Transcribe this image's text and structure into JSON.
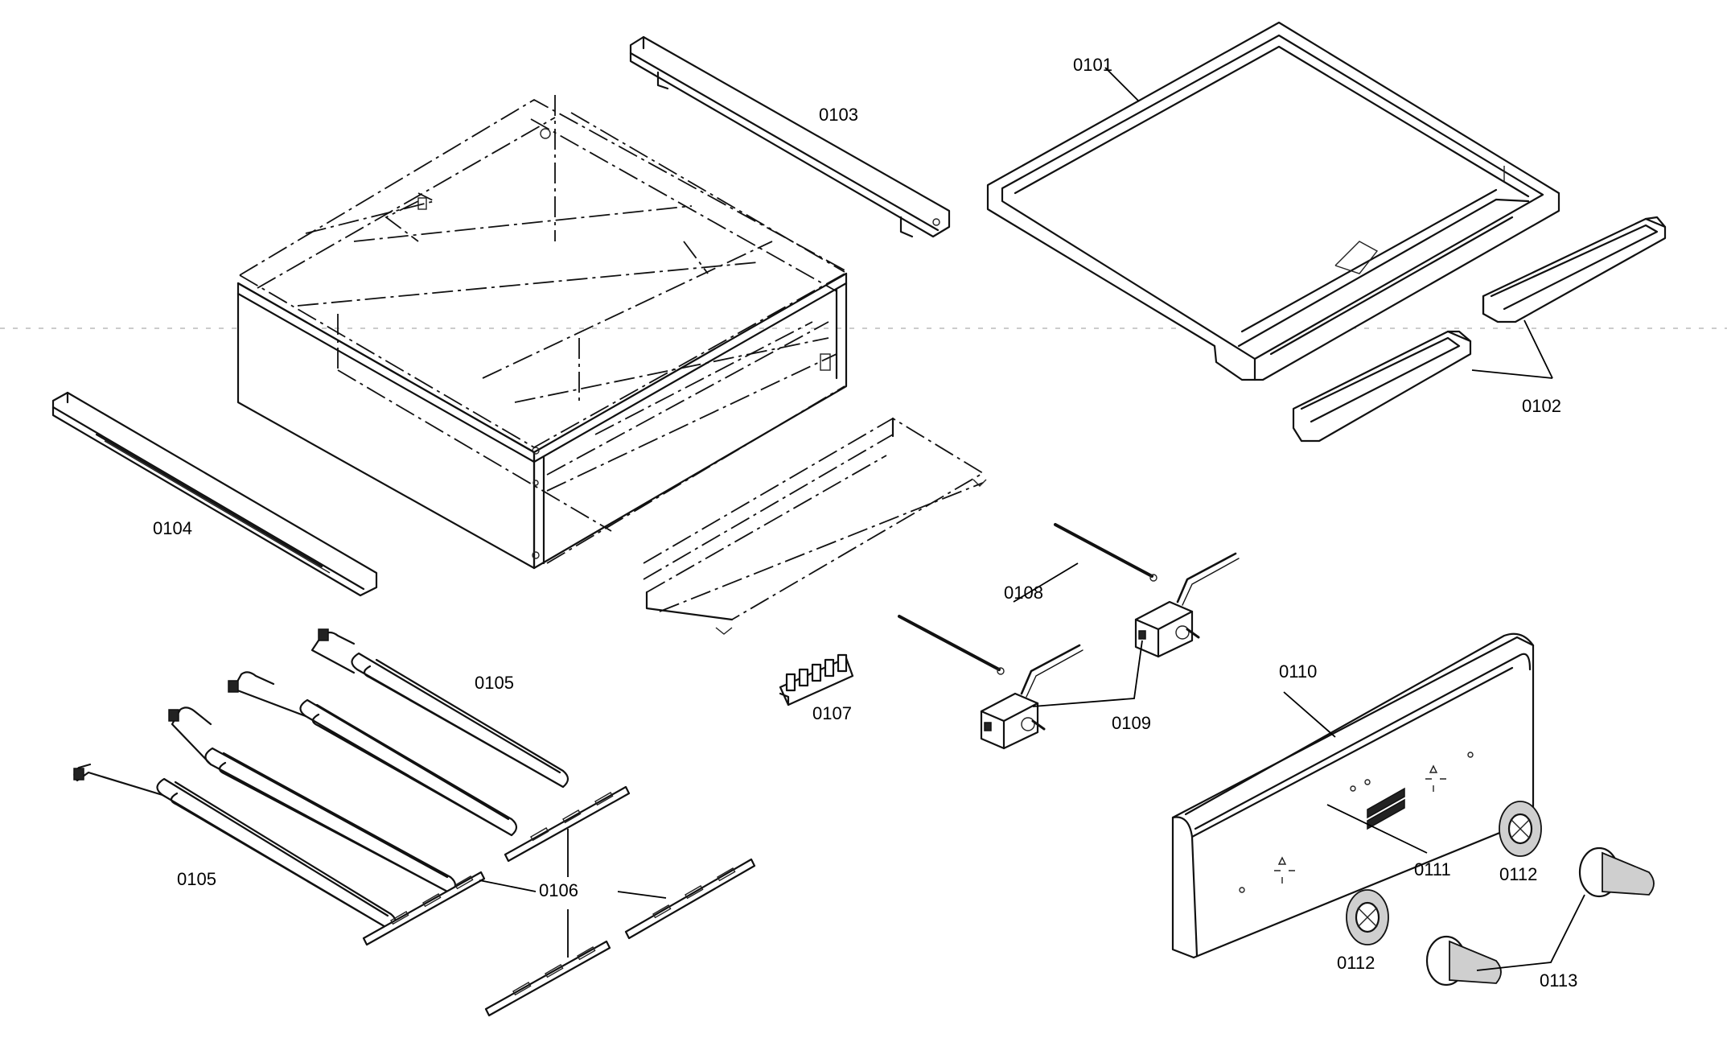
{
  "callouts": [
    {
      "id": "0101",
      "label": "0101"
    },
    {
      "id": "0102",
      "label": "0102"
    },
    {
      "id": "0103",
      "label": "0103"
    },
    {
      "id": "0104",
      "label": "0104"
    },
    {
      "id": "0105a",
      "label": "0105"
    },
    {
      "id": "0105b",
      "label": "0105"
    },
    {
      "id": "0106",
      "label": "0106"
    },
    {
      "id": "0107",
      "label": "0107"
    },
    {
      "id": "0108",
      "label": "0108"
    },
    {
      "id": "0109",
      "label": "0109"
    },
    {
      "id": "0110",
      "label": "0110"
    },
    {
      "id": "0111",
      "label": "0111"
    },
    {
      "id": "0112a",
      "label": "0112"
    },
    {
      "id": "0112b",
      "label": "0112"
    },
    {
      "id": "0113",
      "label": "0113"
    }
  ]
}
